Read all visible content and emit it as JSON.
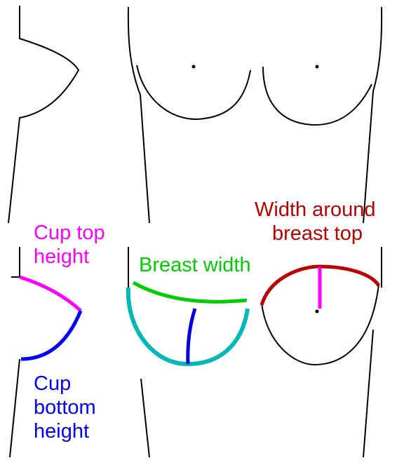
{
  "labels": {
    "cup_top_height": {
      "line1": "Cup top",
      "line2": "height"
    },
    "breast_width": "Breast width",
    "width_around": {
      "line1": "Width around",
      "line2": "breast top"
    },
    "cup_bottom_height": {
      "line1": "Cup",
      "line2": "bottom",
      "line3": "height"
    }
  },
  "colors": {
    "cup_top_height": "#ff00ff",
    "breast_width": "#00cc00",
    "breast_width_outline": "#00b8b8",
    "center_line": "#0000dd",
    "width_around": "#bb0000",
    "cup_bottom_height": "#0000ff",
    "outline": "#000000"
  }
}
